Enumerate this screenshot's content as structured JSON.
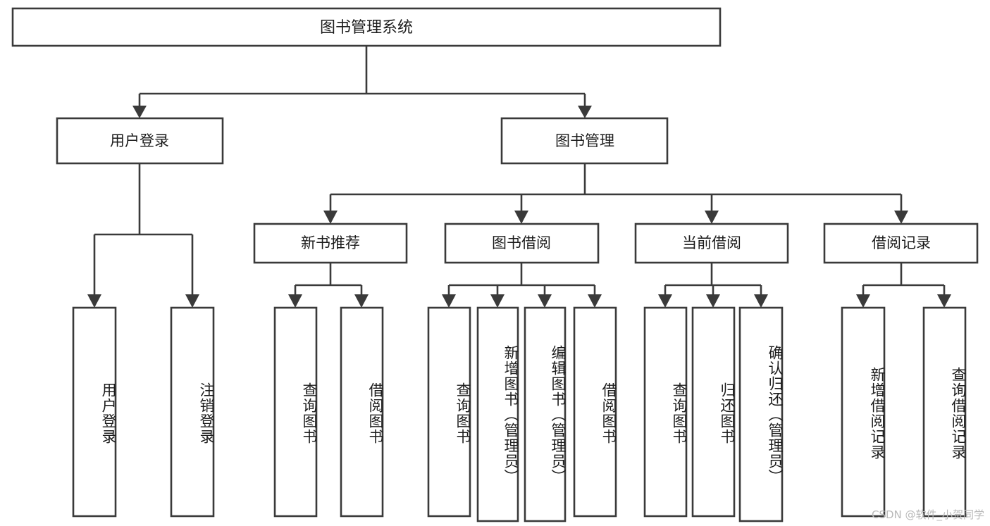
{
  "diagram": {
    "title": "图书管理系统",
    "type": "tree-hierarchy-chart",
    "root": {
      "label": "图书管理系统"
    },
    "level2": [
      {
        "label": "用户登录"
      },
      {
        "label": "图书管理"
      }
    ],
    "level3": [
      {
        "label": "新书推荐"
      },
      {
        "label": "图书借阅"
      },
      {
        "label": "当前借阅"
      },
      {
        "label": "借阅记录"
      }
    ],
    "leaves": [
      {
        "label": "用户登录"
      },
      {
        "label": "注销登录"
      },
      {
        "label": "查询图书"
      },
      {
        "label": "借阅图书"
      },
      {
        "label": "查询图书"
      },
      {
        "label": "新增图书（管理员）"
      },
      {
        "label": "编辑图书（管理员）"
      },
      {
        "label": "借阅图书"
      },
      {
        "label": "查询图书"
      },
      {
        "label": "归还图书"
      },
      {
        "label": "确认归还（管理员）"
      },
      {
        "label": "新增借阅记录"
      },
      {
        "label": "查询借阅记录"
      }
    ]
  },
  "watermark": {
    "text": "CSDN @软件_小贺同学"
  },
  "colors": {
    "background": "#ffffff",
    "box_fill": "#ffffff",
    "box_stroke": "#3a3a3a",
    "text": "#1c1c1c",
    "watermark": "#b9b9b9"
  }
}
